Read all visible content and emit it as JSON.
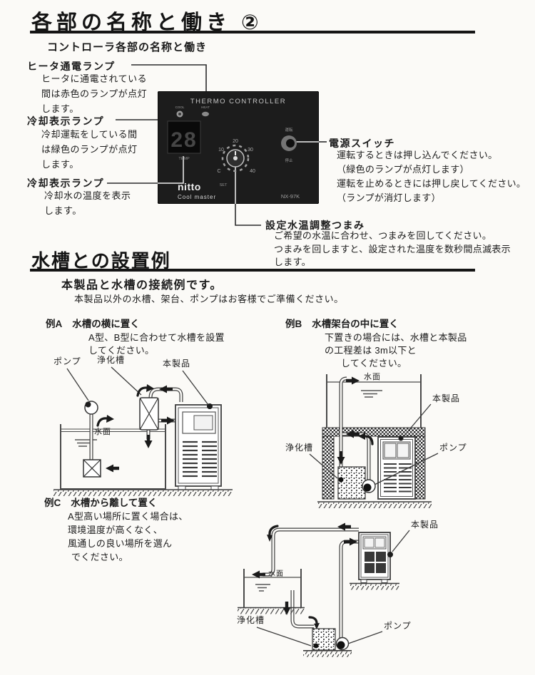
{
  "header": {
    "title": "各部の名称と働き ②",
    "subtitle": "コントローラ各部の名称と働き"
  },
  "callouts": {
    "heater_lamp": {
      "label": "ヒータ通電ランプ",
      "desc": [
        "ヒータに通電されている",
        "間は赤色のランプが点灯",
        "します。"
      ]
    },
    "cooling_lamp": {
      "label": "冷却表示ランプ",
      "desc": [
        "冷却運転をしている間",
        "は緑色のランプが点灯",
        "します。"
      ]
    },
    "temp_display": {
      "label": "冷却表示ランプ",
      "desc": [
        "冷却水の温度を表示",
        "します。"
      ]
    },
    "power_switch": {
      "label": "電源スイッチ",
      "desc": [
        "運転するときは押し込んでください。",
        "（緑色のランプが点灯します）",
        "運転を止めるときには押し戻してください。",
        "（ランプが消灯します）"
      ]
    },
    "temp_knob": {
      "label": "設定水温調整つまみ",
      "desc": [
        "ご希望の水温に合わせ、つまみを回してください。",
        "つまみを回しますと、設定された温度を数秒間点滅表示",
        "します。"
      ]
    }
  },
  "controller": {
    "panel_title": "THERMO CONTROLLER",
    "lamp1_label": "COOL",
    "lamp2_label": "HEAT",
    "display_value": "28",
    "display_caption": "TEMP",
    "knob_ticks": [
      "C",
      "10",
      "20",
      "30",
      "40"
    ],
    "knob_caption": "SET",
    "switch_top": "運転",
    "switch_bottom": "停止",
    "brand": "nitto",
    "brand_sub": "Cool master",
    "model": "NX-97K"
  },
  "section2": {
    "title": "水槽との設置例",
    "lead": "本製品と水槽の接続例です。",
    "note": "本製品以外の水槽、架台、ポンプはお客様でご準備ください。"
  },
  "examples": {
    "a": {
      "tag": "例A",
      "heading": "水槽の横に置く",
      "lines": [
        "A型、B型に合わせて水槽を設置",
        "してください。"
      ],
      "labels": {
        "pump": "ポンプ",
        "filter": "浄化槽",
        "product": "本製品",
        "surface": "水面"
      }
    },
    "b": {
      "tag": "例B",
      "heading": "水槽架台の中に置く",
      "lines": [
        "下置きの場合には、水槽と本製品",
        "の工程差は 3m以下と",
        "してください。"
      ],
      "labels": {
        "surface": "水面",
        "product": "本製品",
        "filter": "浄化槽",
        "pump": "ポンプ"
      }
    },
    "c": {
      "tag": "例C",
      "heading": "水槽から離して置く",
      "lines": [
        "A型高い場所に置く場合は、",
        "環境温度が高くなく、",
        "風通しの良い場所を選ん",
        "でください。"
      ],
      "labels": {
        "product": "本製品",
        "pump": "ポンプ",
        "filter": "浄化槽",
        "surface": "水面"
      }
    }
  }
}
